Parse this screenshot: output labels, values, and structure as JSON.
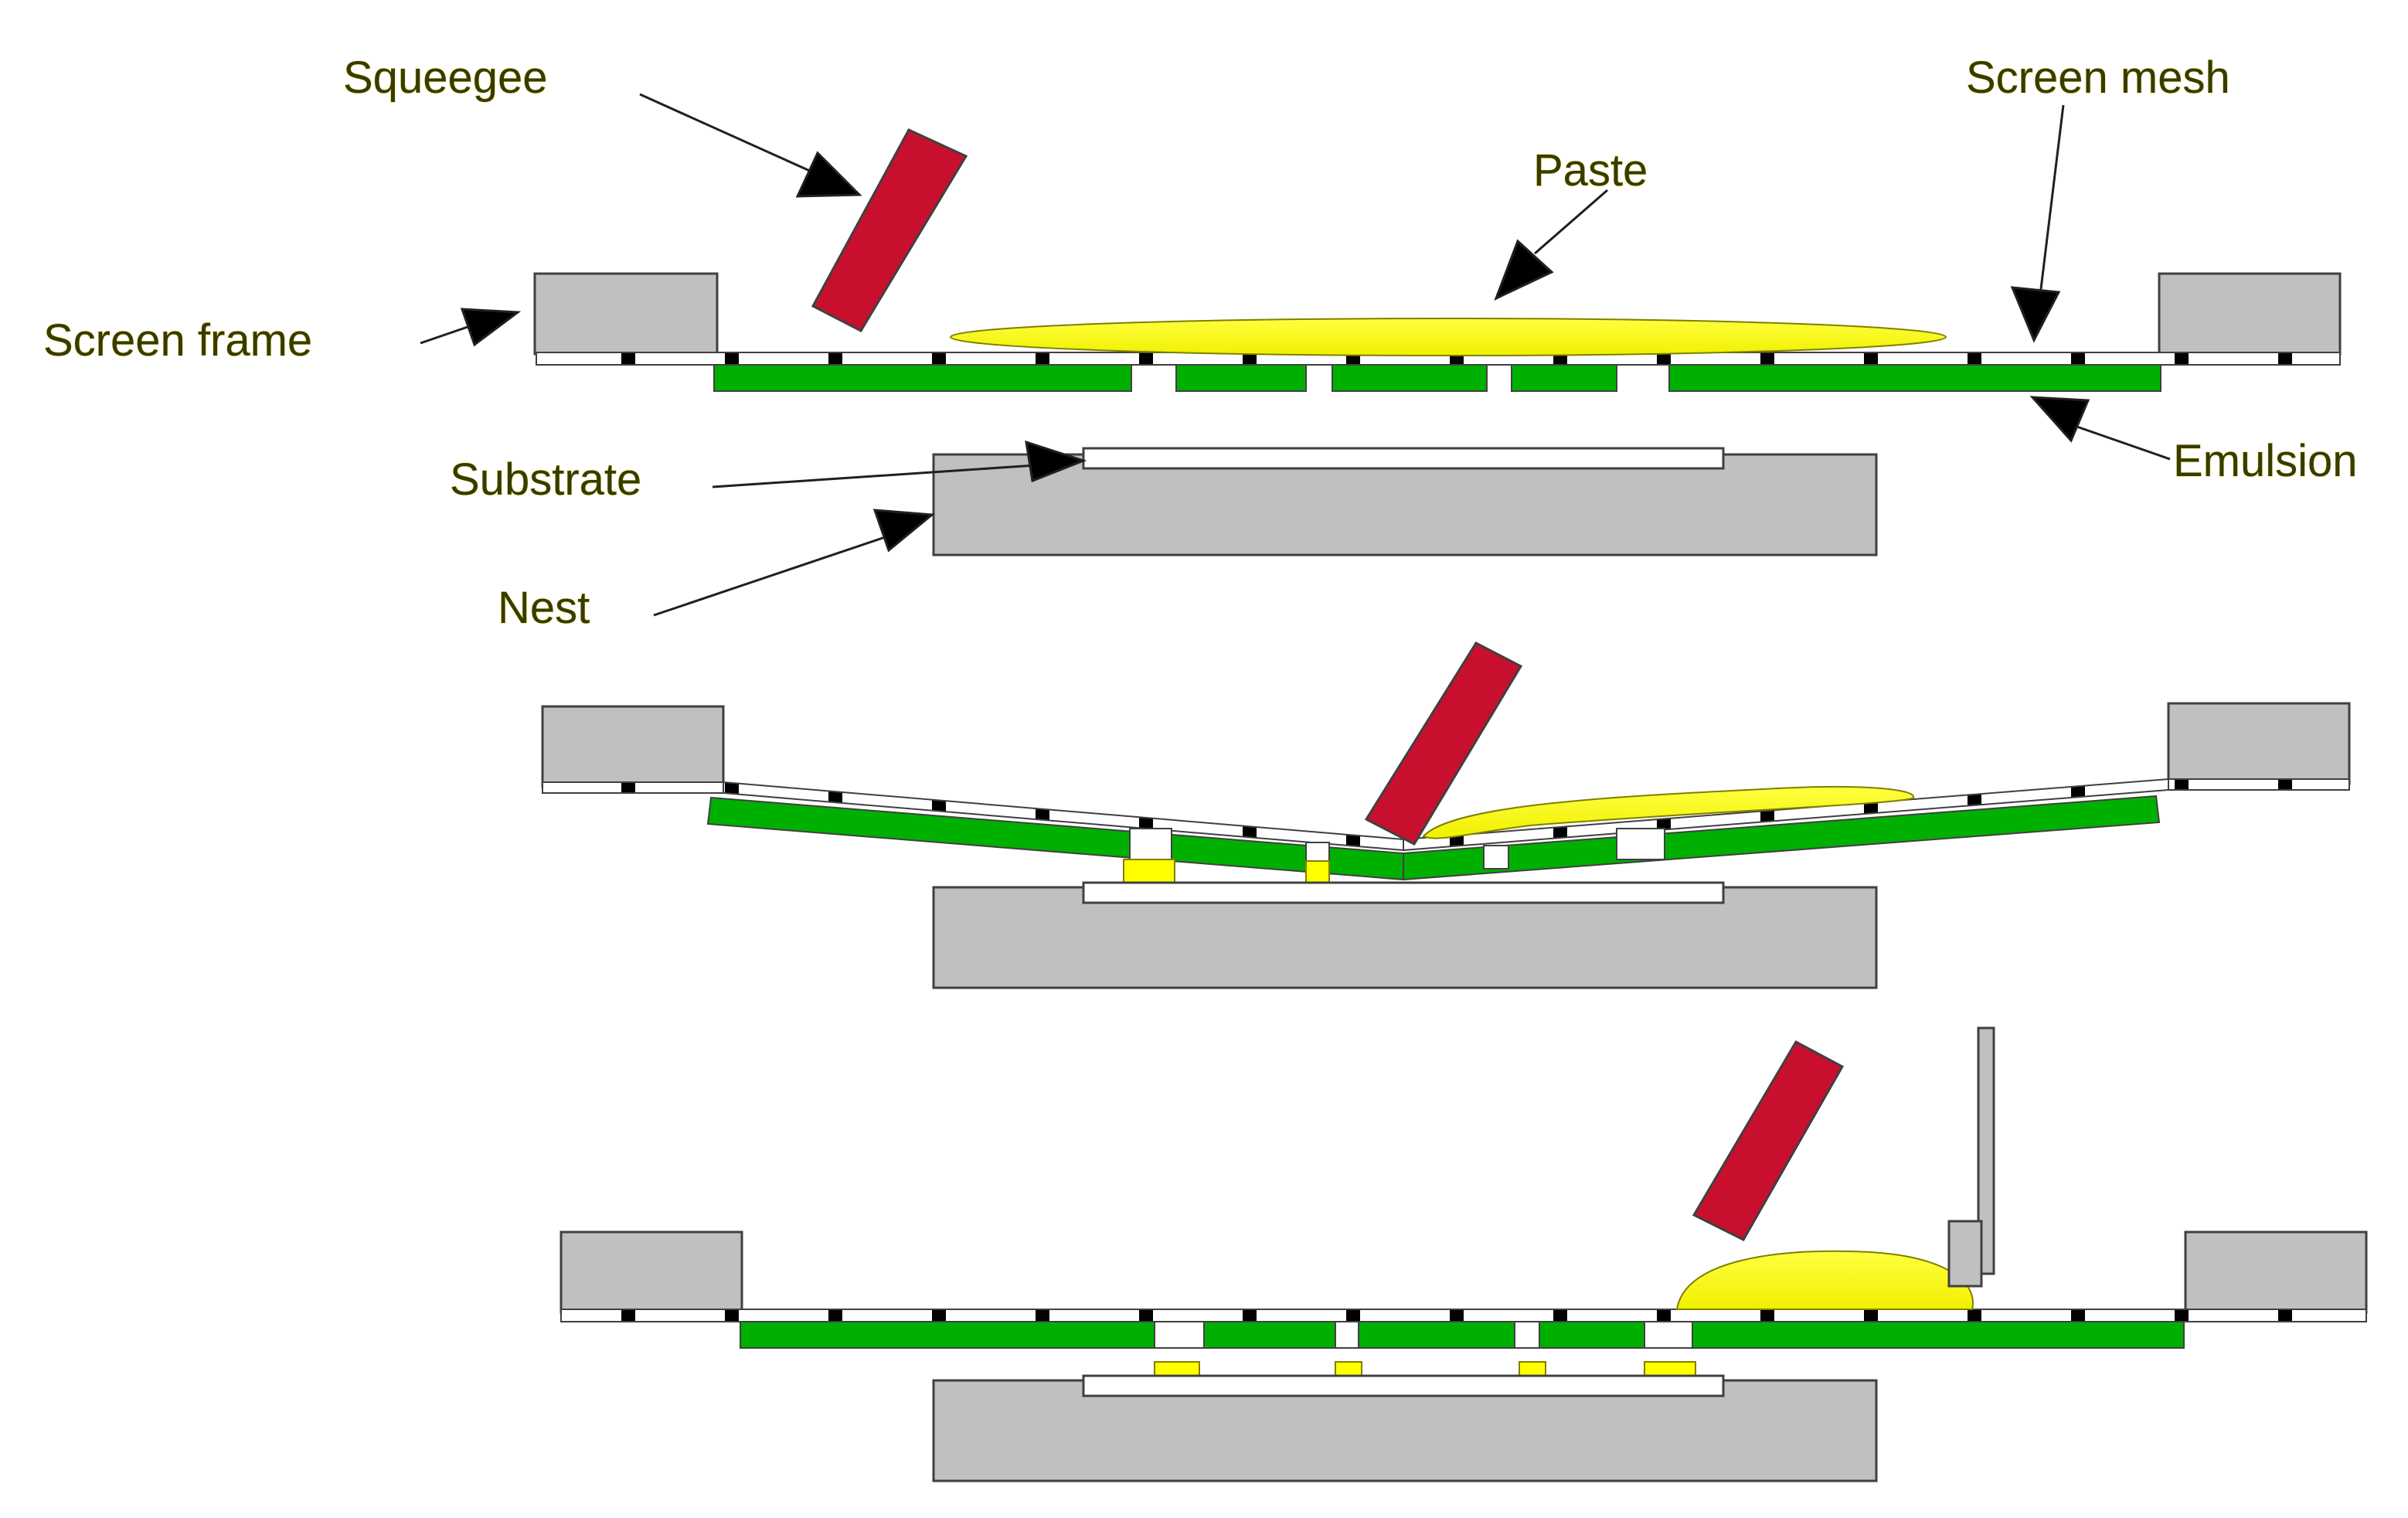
{
  "labels": {
    "squeegee": "Squeegee",
    "screen_mesh": "Screen mesh",
    "paste": "Paste",
    "screen_frame": "Screen frame",
    "substrate": "Substrate",
    "emulsion": "Emulsion",
    "nest": "Nest"
  },
  "colors": {
    "frame": "#c0c0c0",
    "squeegee": "#c8102e",
    "paste": "#ffff00",
    "emulsion": "#00b000",
    "mesh_dot": "#000000",
    "outline": "#404040"
  }
}
